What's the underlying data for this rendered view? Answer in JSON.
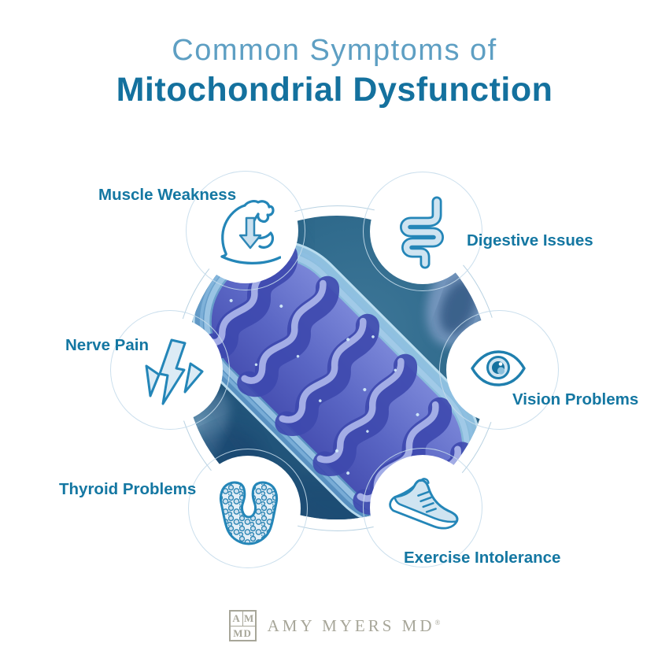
{
  "title": {
    "line1": "Common Symptoms of",
    "line2": "Mitochondrial Dysfunction"
  },
  "symptoms": [
    {
      "label": "Muscle Weakness",
      "icon": "muscle-weakness-icon"
    },
    {
      "label": "Digestive Issues",
      "icon": "digestive-issues-icon"
    },
    {
      "label": "Nerve Pain",
      "icon": "nerve-pain-icon"
    },
    {
      "label": "Vision Problems",
      "icon": "vision-problems-icon"
    },
    {
      "label": "Thyroid Problems",
      "icon": "thyroid-problems-icon"
    },
    {
      "label": "Exercise Intolerance",
      "icon": "exercise-intolerance-icon"
    }
  ],
  "center_illustration": "3D mitochondrion cross-section",
  "footer": {
    "logo": {
      "row1_left": "A",
      "row1_right": "M",
      "row2": "MD"
    },
    "wordmark": "AMY MYERS MD",
    "registered": "®"
  },
  "colors": {
    "title_light": "#5e9fc3",
    "title_dark": "#14719e",
    "label_teal": "#1477a2",
    "icon_stroke": "#2486b8",
    "icon_fill_light": "#d3e6f2",
    "circle_teal": "#2f6a8c",
    "ring_light": "#b9d2e2",
    "logo_gray": "#a7a699"
  }
}
